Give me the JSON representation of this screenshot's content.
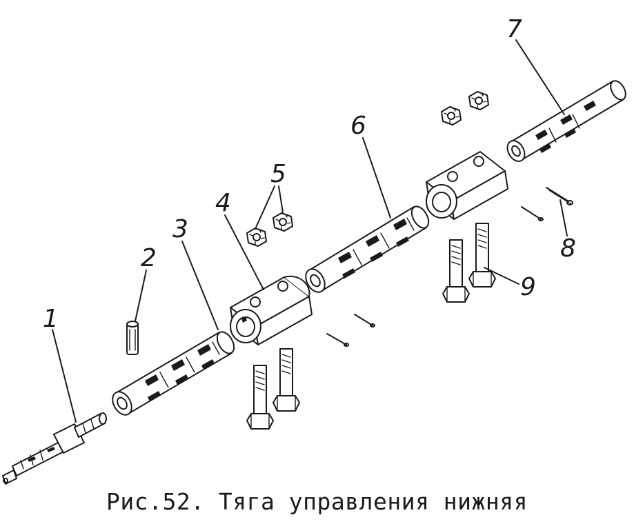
{
  "caption": "Рис.52. Тяга управления нижняя",
  "callouts": [
    {
      "id": "1",
      "label": "1"
    },
    {
      "id": "2",
      "label": "2"
    },
    {
      "id": "3",
      "label": "3"
    },
    {
      "id": "4",
      "label": "4"
    },
    {
      "id": "5",
      "label": "5"
    },
    {
      "id": "6",
      "label": "6"
    },
    {
      "id": "7",
      "label": "7"
    },
    {
      "id": "8",
      "label": "8"
    },
    {
      "id": "9",
      "label": "9"
    }
  ],
  "colors": {
    "ink": "#1a1a1a",
    "paper": "#fefefe"
  }
}
